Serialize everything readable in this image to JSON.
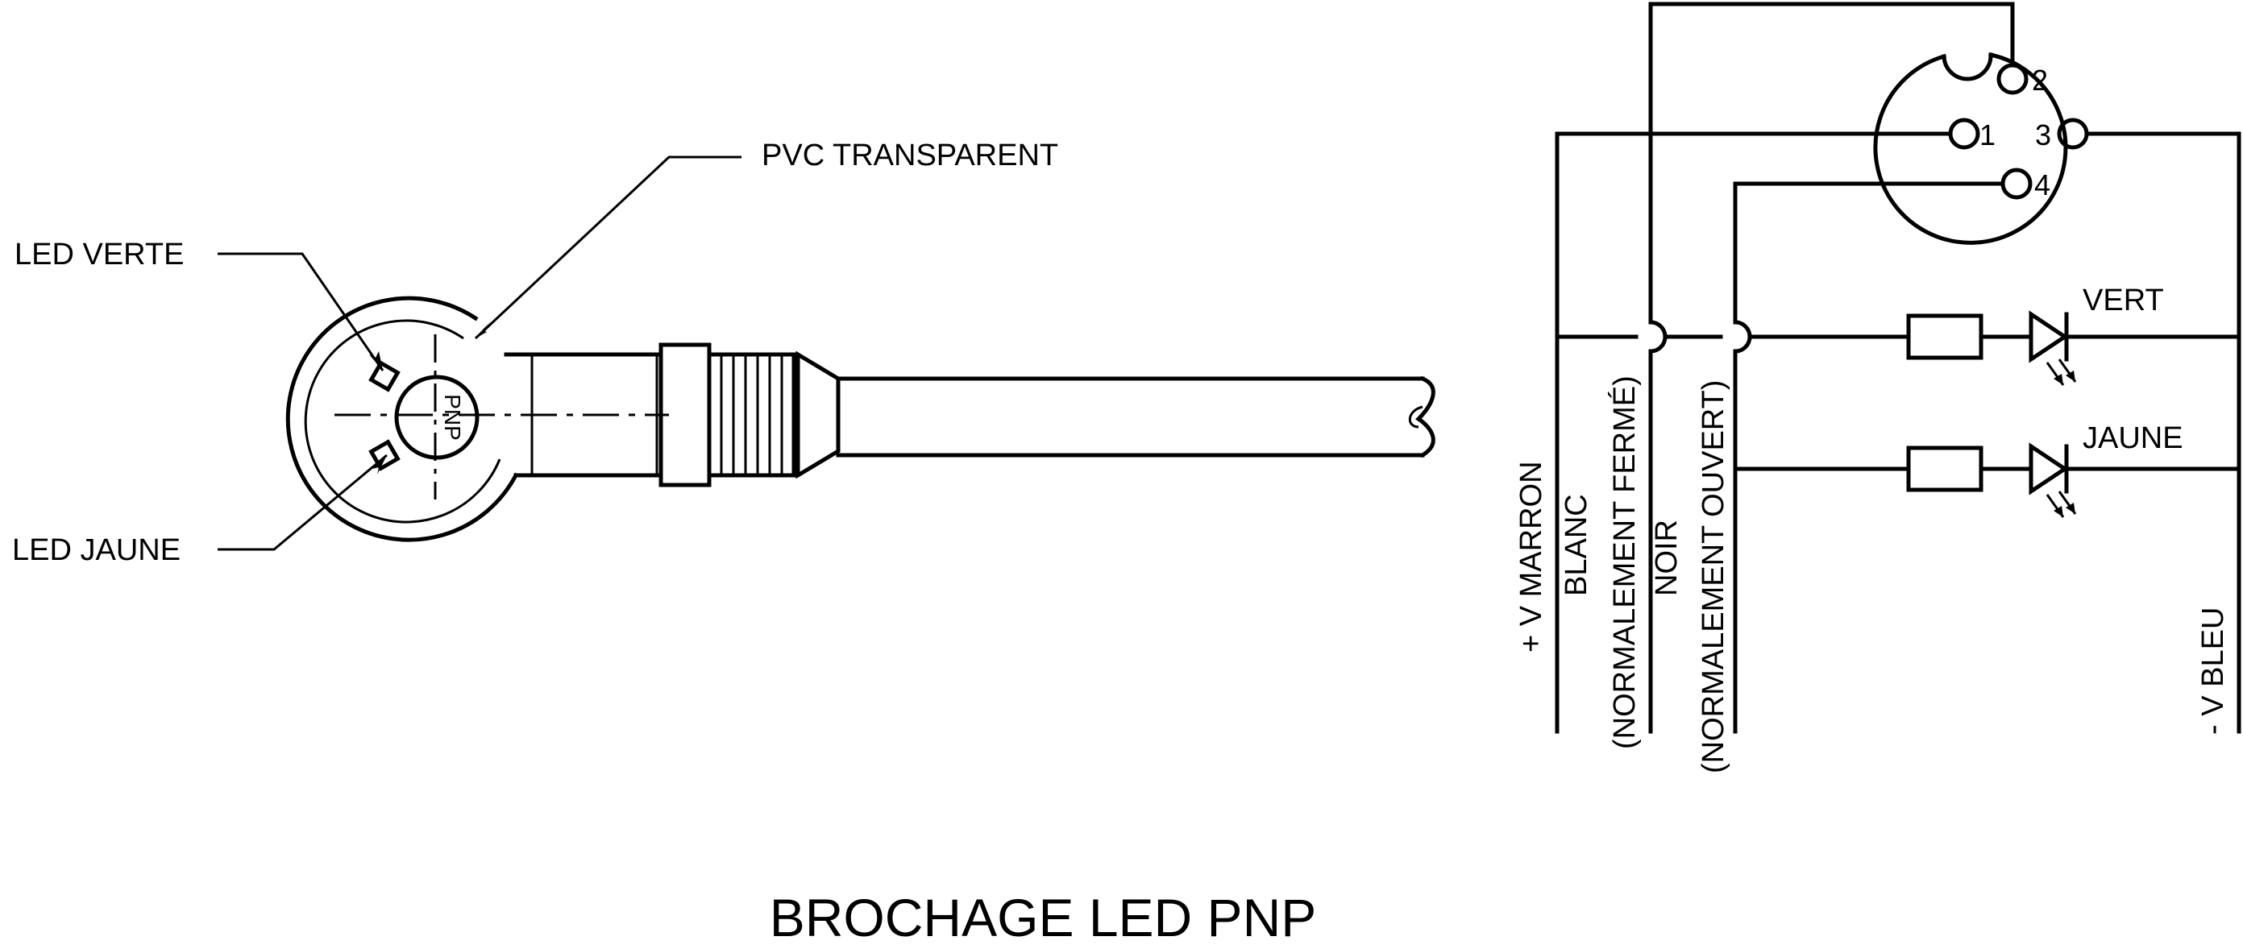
{
  "title": "BROCHAGE LED PNP",
  "connector": {
    "callouts": {
      "pvc": "PVC TRANSPARENT",
      "led_green": "LED VERTE",
      "led_yellow": "LED JAUNE"
    },
    "housing_text": "PNP"
  },
  "schematic": {
    "pins": [
      "1",
      "2",
      "3",
      "4"
    ],
    "leds": {
      "green": "VERT",
      "yellow": "JAUNE"
    },
    "wires": {
      "plus_v": "+ V MARRON",
      "white": "BLANC",
      "white_note": "(NORMALEMENT FERMÉ)",
      "black": "NOIR",
      "black_note": "(NORMALEMENT OUVERT)",
      "minus_v": "- V BLEU"
    }
  }
}
